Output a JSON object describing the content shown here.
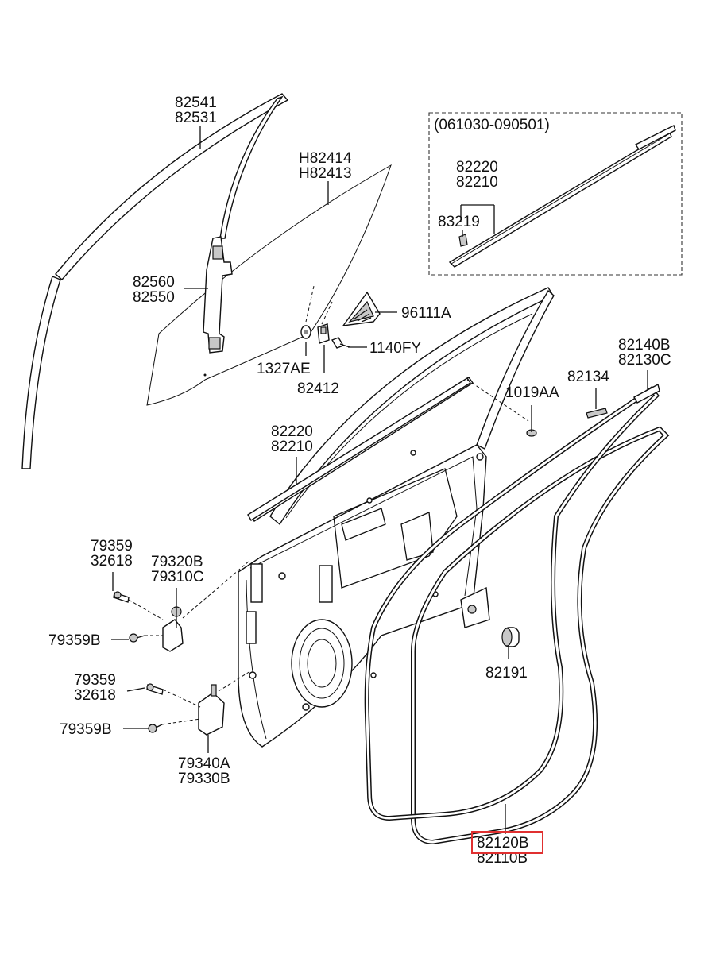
{
  "diagram": {
    "variant_box_label": "(061030-090501)",
    "highlighted_part": "82120B",
    "highlight_color": "#e03030",
    "callouts": {
      "c82541": "82541",
      "c82531": "82531",
      "cH82414": "H82414",
      "cH82413": "H82413",
      "c82560": "82560",
      "c82550": "82550",
      "c96111A": "96111A",
      "c1140FY": "1140FY",
      "c1327AE": "1327AE",
      "c82412": "82412",
      "box_c82220": "82220",
      "box_c82210": "82210",
      "box_c83219": "83219",
      "c82140B": "82140B",
      "c82130C": "82130C",
      "c82134": "82134",
      "c1019AA": "1019AA",
      "c82220": "82220",
      "c82210": "82210",
      "c79359_a": "79359",
      "c32618_a": "32618",
      "c79320B": "79320B",
      "c79310C": "79310C",
      "c79359B_a": "79359B",
      "c82191": "82191",
      "c79359_b": "79359",
      "c32618_b": "32618",
      "c79359B_b": "79359B",
      "c79340A": "79340A",
      "c79330B": "79330B",
      "c82120B": "82120B",
      "c82110B": "82110B"
    }
  }
}
